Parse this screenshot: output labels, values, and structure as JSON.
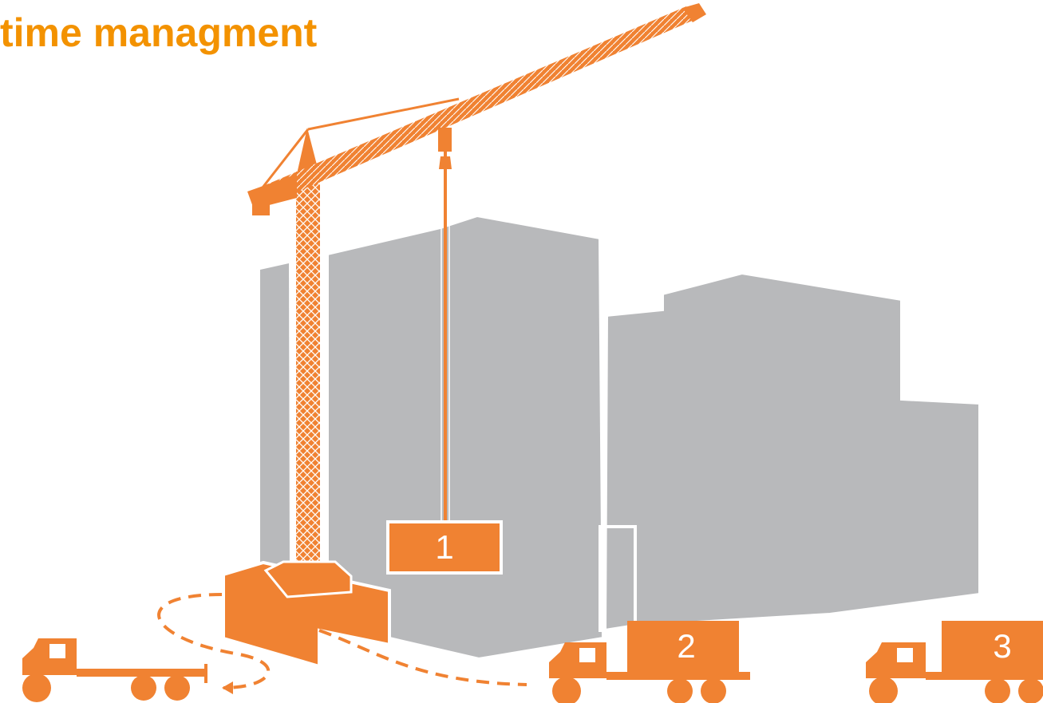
{
  "title": "time managment",
  "labels": {
    "box1": "1",
    "box2": "2",
    "box3": "3"
  },
  "colors": {
    "accent": "#f08232",
    "title": "#f39200",
    "building": "#b8b9bb",
    "background": "#ffffff"
  }
}
